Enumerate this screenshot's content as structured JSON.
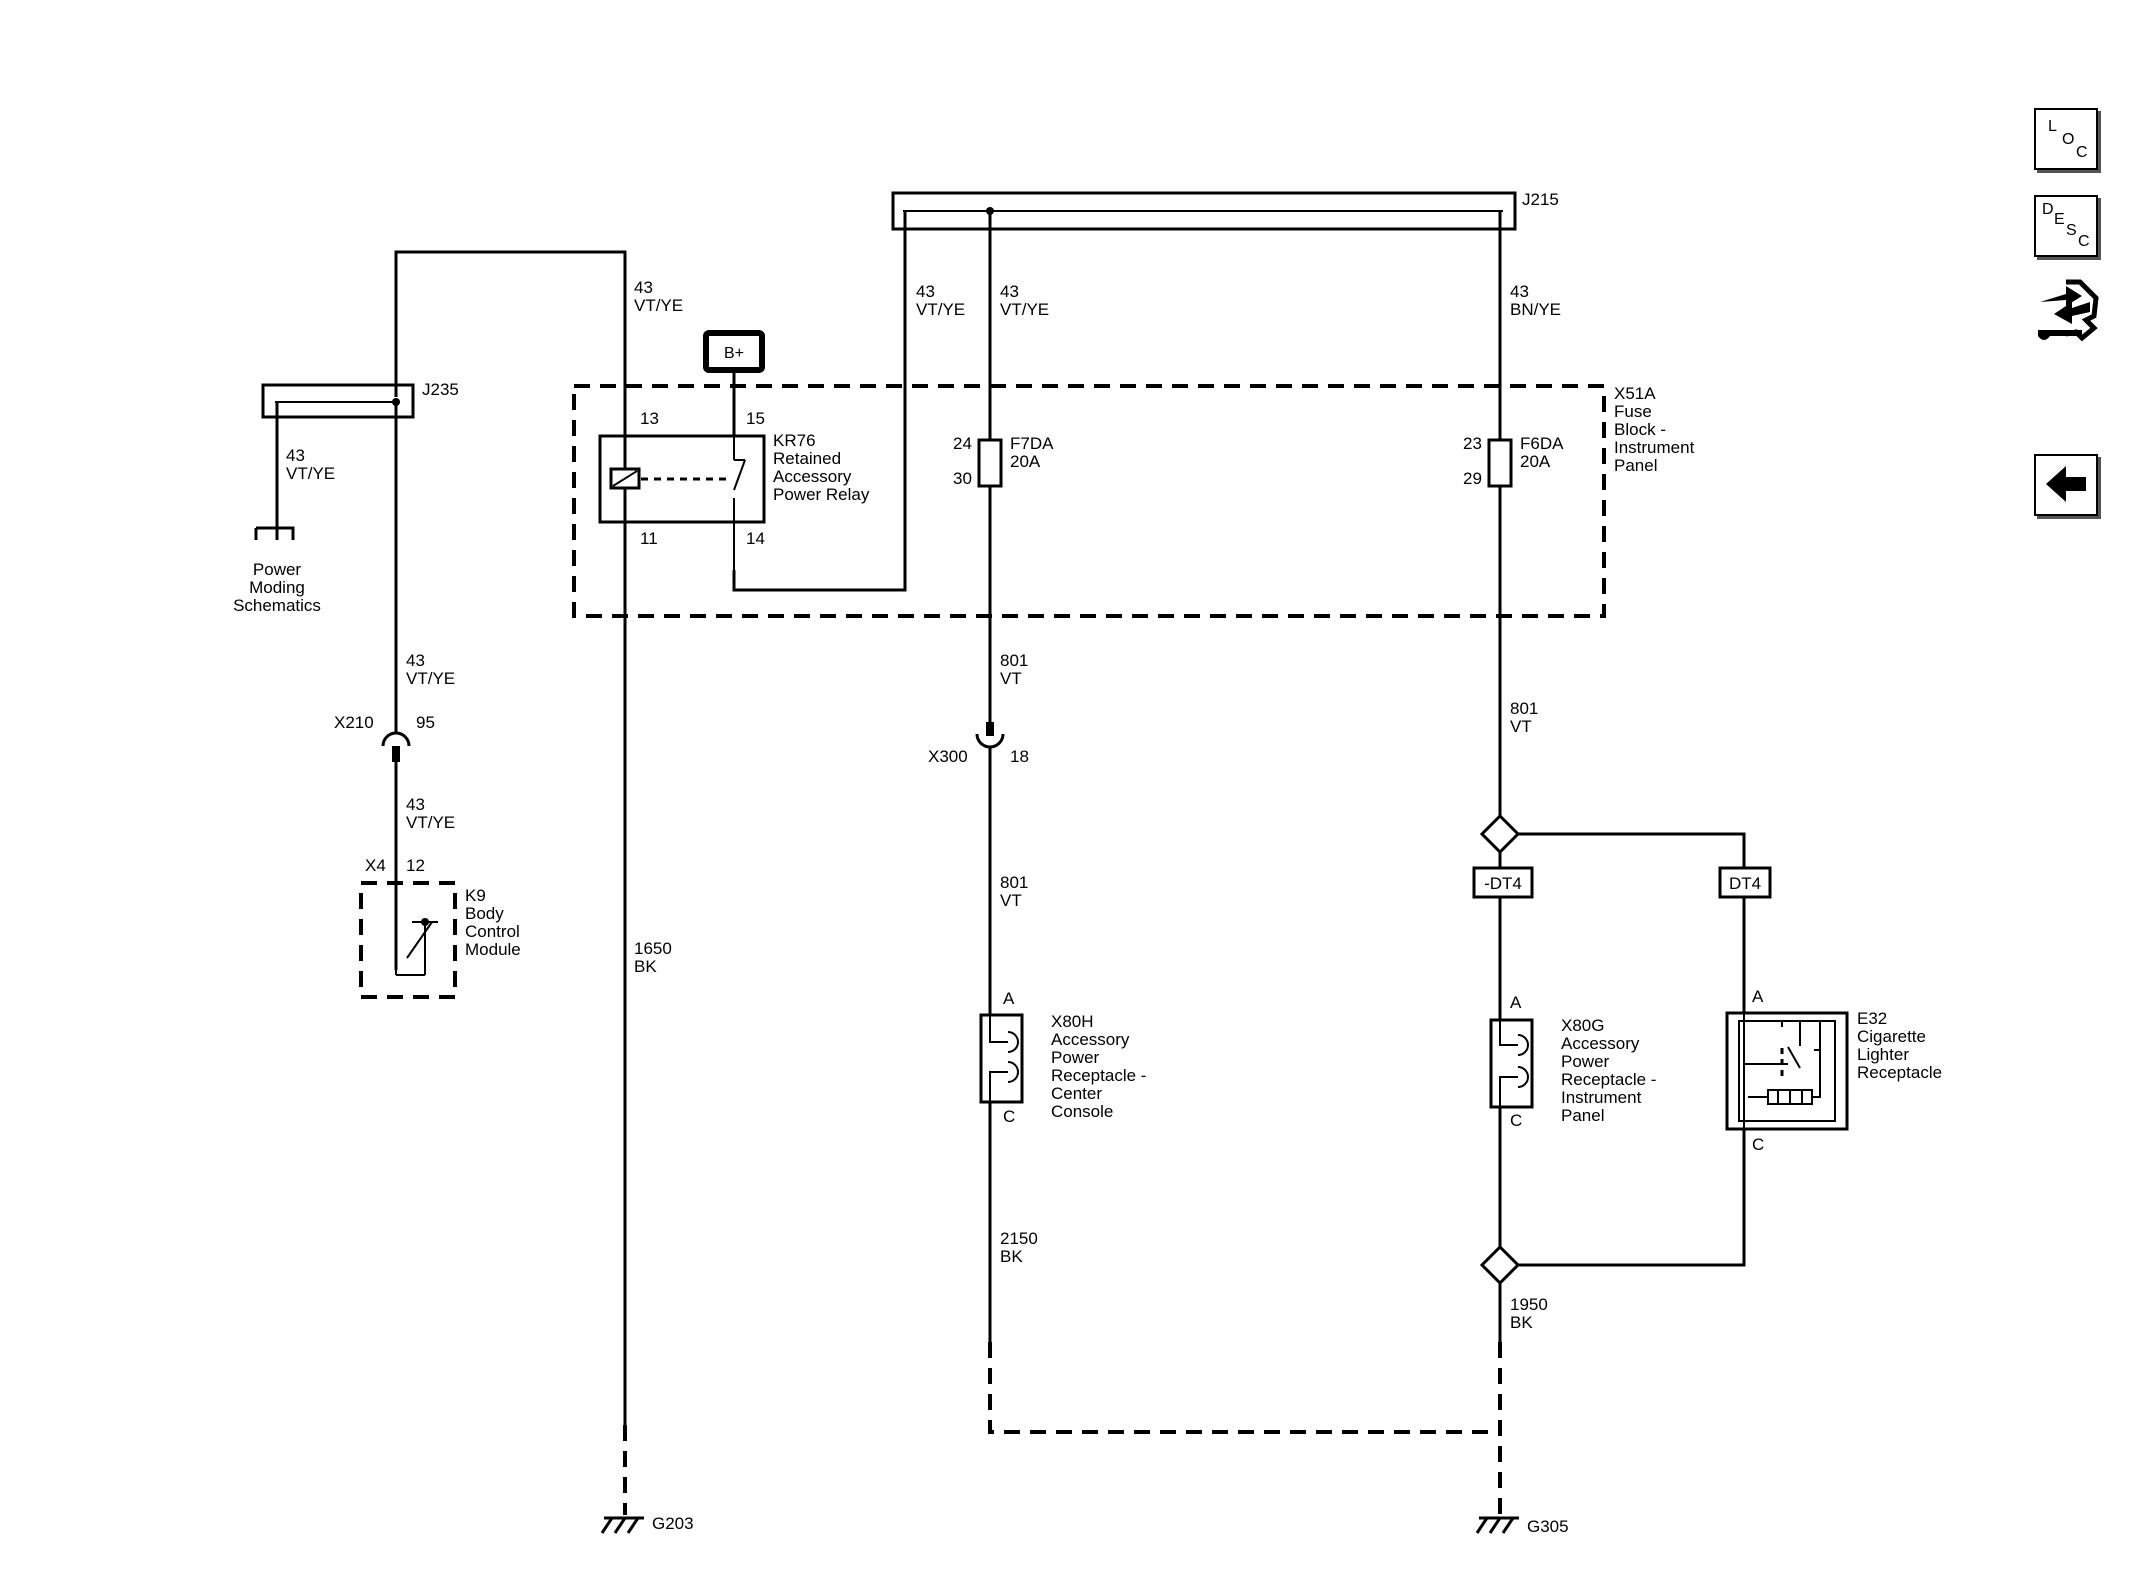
{
  "connectors": {
    "j215": "J215",
    "j235": "J235",
    "x210": "X210",
    "x210_pin": "95",
    "x300": "X300",
    "x300_pin": "18",
    "x4": "X4",
    "x4_pin": "12"
  },
  "power": {
    "bplus": "B+"
  },
  "wires": {
    "w_left_top": [
      "43",
      "VT/YE"
    ],
    "w_j235_down": [
      "43",
      "VT/YE"
    ],
    "w_mid1": [
      "43",
      "VT/YE"
    ],
    "w_mid2": [
      "43",
      "VT/YE"
    ],
    "w_bn": [
      "43",
      "BN/YE"
    ],
    "w_x210_above": [
      "43",
      "VT/YE"
    ],
    "w_x210_below": [
      "43",
      "VT/YE"
    ],
    "w_1650": [
      "1650",
      "BK"
    ],
    "w_801_a": [
      "801",
      "VT"
    ],
    "w_801_b": [
      "801",
      "VT"
    ],
    "w_801_c": [
      "801",
      "VT"
    ],
    "w_2150": [
      "2150",
      "BK"
    ],
    "w_1950": [
      "1950",
      "BK"
    ]
  },
  "fuse_block": {
    "id": "X51A",
    "name": [
      "Fuse",
      "Block -",
      "Instrument",
      "Panel"
    ]
  },
  "relay": {
    "id": "KR76",
    "name": [
      "Retained",
      "Accessory",
      "Power Relay"
    ],
    "pins": {
      "p13": "13",
      "p15": "15",
      "p11": "11",
      "p14": "14"
    }
  },
  "fuses": {
    "f7": {
      "id": "F7DA",
      "rating": "20A",
      "pin_in": "24",
      "pin_out": "30"
    },
    "f6": {
      "id": "F6DA",
      "rating": "20A",
      "pin_in": "23",
      "pin_out": "29"
    }
  },
  "power_moding": [
    "Power",
    "Moding",
    "Schematics"
  ],
  "bcm": {
    "id": "K9",
    "name": [
      "Body",
      "Control",
      "Module"
    ]
  },
  "x80h": {
    "id": "X80H",
    "name": [
      "Accessory",
      "Power",
      "Receptacle -",
      "Center",
      "Console"
    ],
    "pin_a": "A",
    "pin_c": "C"
  },
  "x80g": {
    "id": "X80G",
    "name": [
      "Accessory",
      "Power",
      "Receptacle -",
      "Instrument",
      "Panel"
    ],
    "pin_a": "A",
    "pin_c": "C"
  },
  "e32": {
    "id": "E32",
    "name": [
      "Cigarette",
      "Lighter",
      "Receptacle"
    ],
    "pin_a": "A",
    "pin_c": "C"
  },
  "options": {
    "not_dt4": "-DT4",
    "dt4": "DT4"
  },
  "grounds": {
    "g203": "G203",
    "g305": "G305"
  },
  "sidebar": {
    "loc": [
      "L",
      "O",
      "C"
    ],
    "desc": [
      "D",
      "E",
      "S",
      "C"
    ],
    "icons": [
      "tools-icon",
      "back-arrow-icon"
    ]
  }
}
